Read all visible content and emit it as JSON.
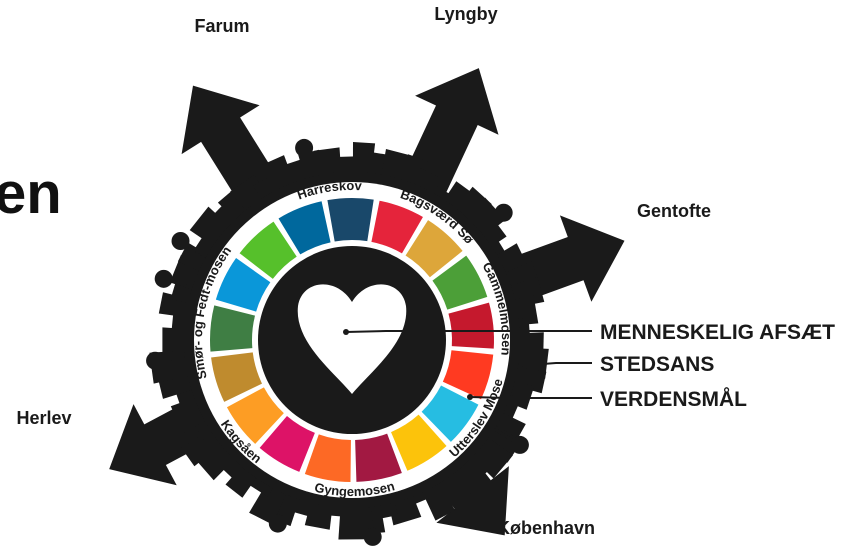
{
  "heading_fragment": "en",
  "cities": [
    {
      "label": "Farum",
      "angle": -122
    },
    {
      "label": "Lyngby",
      "angle": -65
    },
    {
      "label": "Gentofte",
      "angle": -20
    },
    {
      "label": "Herlev",
      "angle": 152
    },
    {
      "label": "København",
      "angle": 52
    }
  ],
  "ring_labels": [
    {
      "text": "Harreskov",
      "from": -115,
      "to": -82
    },
    {
      "text": "Bagsværd Sø",
      "from": -73,
      "to": -38
    },
    {
      "text": "Gammelmosen",
      "from": -32,
      "to": 8
    },
    {
      "text": "Utterslev Mose",
      "from": 14,
      "to": 50
    },
    {
      "text": "Gyngemosen",
      "from": 70,
      "to": 108
    },
    {
      "text": "Kagsåen",
      "from": 125,
      "to": 150
    },
    {
      "text": "Smør- og Fedt-mosen",
      "from": 160,
      "to": 222
    }
  ],
  "goal_colors": [
    "#E5243B",
    "#DDA63A",
    "#4C9F38",
    "#C5192D",
    "#FF3A21",
    "#26BDE2",
    "#FCC30B",
    "#A21942",
    "#FD6925",
    "#DD1367",
    "#FD9D24",
    "#BF8B2E",
    "#3F7E44",
    "#0A97D9",
    "#56C02B",
    "#00689D",
    "#19486A"
  ],
  "legend": [
    {
      "label": "MENNESKELIG AFSÆT"
    },
    {
      "label": "STEDSANS"
    },
    {
      "label": "VERDENSMÅL"
    }
  ],
  "icons": {
    "center": "heart-icon",
    "pins": "pin-icon",
    "arrows": "arrow-icon"
  }
}
